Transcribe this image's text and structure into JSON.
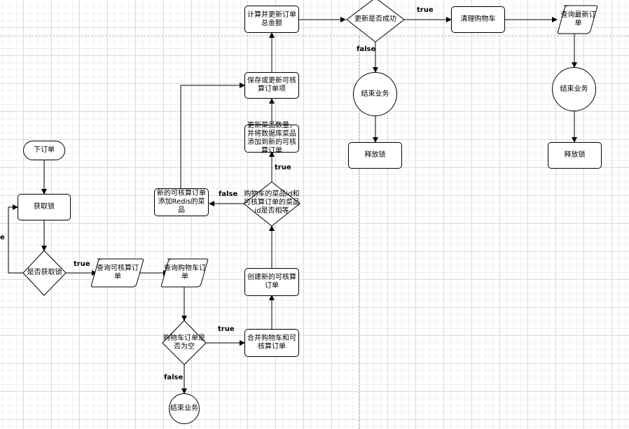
{
  "nodes": {
    "start_order": "下订单",
    "get_lock": "获取锁",
    "is_locked": "是否获取锁",
    "query_settle_order": "查询可核算订单",
    "query_cart_order": "查询购物车订单",
    "cart_empty_check": "购物车订单是否为空",
    "end_business_bottom": "结束业务",
    "merge_orders": "合并购物车和可核算订单",
    "create_settle_order": "创建新的可核算订单",
    "compare_product_ids": "购物车的菜品id和可核算订单的菜品id是否相等",
    "new_settle_redis": "新的可核算订单添加Redis的菜品",
    "update_quantity": "更新菜品数量，并将数据库菜品添加到新的可核算订单",
    "save_update_items": "保存或更新可核算订单项",
    "calc_update_total": "计算并更新订单总金额",
    "update_success": "更新是否成功",
    "end_business_mid": "结束业务",
    "release_lock_mid": "释放锁",
    "clear_cart": "清理购物车",
    "query_latest_order": "查询最新订单",
    "end_business_right": "结束业务",
    "release_lock_right": "释放锁"
  },
  "edge_labels": {
    "lock_true": "true",
    "lock_false_partial": "e",
    "empty_true": "true",
    "empty_false": "false",
    "compare_true": "true",
    "compare_false": "false",
    "update_true": "true",
    "update_false": "false"
  }
}
